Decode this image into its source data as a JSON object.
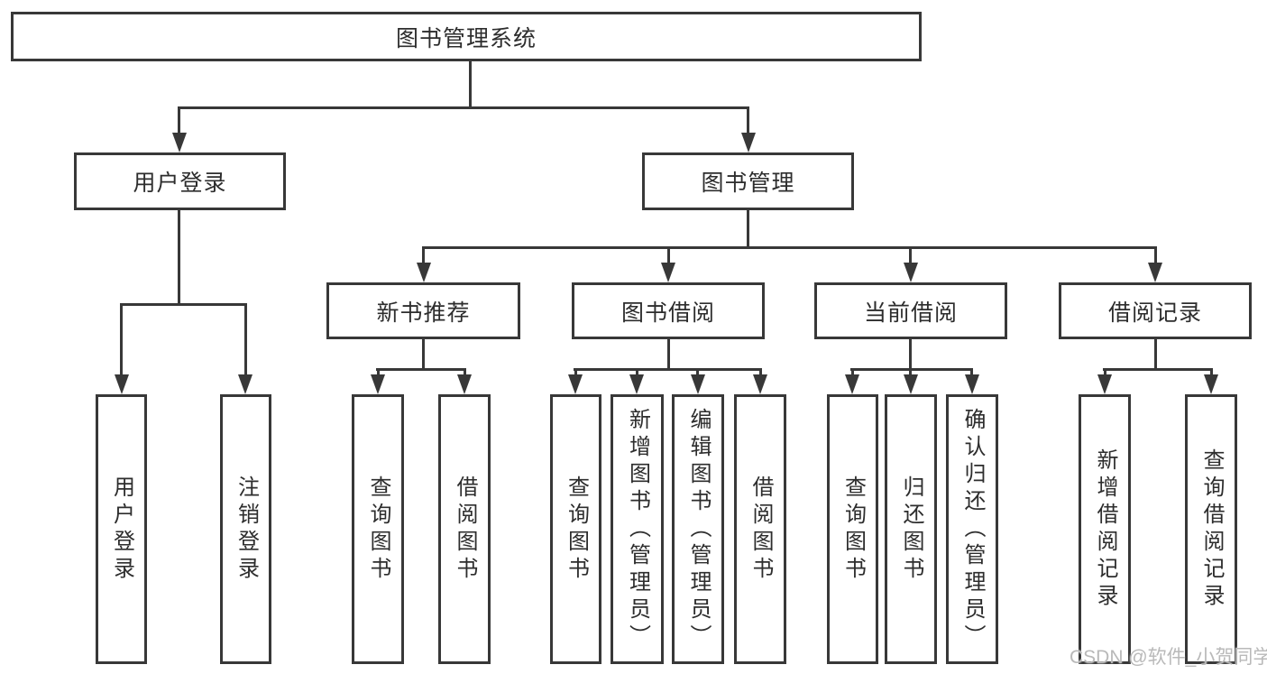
{
  "diagram": {
    "title": "图书管理系统",
    "nodes": {
      "root": "图书管理系统",
      "user_login": "用户登录",
      "book_management": "图书管理",
      "new_book_recommend": "新书推荐",
      "book_borrow": "图书借阅",
      "current_borrow": "当前借阅",
      "borrow_record": "借阅记录",
      "user_login_children": [
        "用户登录",
        "注销登录"
      ],
      "new_book_children": [
        "查询图书",
        "借阅图书"
      ],
      "book_borrow_children": [
        "查询图书",
        "新增图书（管理员）",
        "编辑图书（管理员）",
        "借阅图书"
      ],
      "current_borrow_children": [
        "查询图书",
        "归还图书",
        "确认归还（管理员）"
      ],
      "borrow_record_children": [
        "新增借阅记录",
        "查询借阅记录"
      ]
    }
  },
  "watermark": {
    "text": "CSDN @软件_小贺同学"
  },
  "colors": {
    "line": "#383838",
    "text": "#2d2d2d",
    "watermark": "#b9b9b9",
    "background": "#ffffff"
  }
}
